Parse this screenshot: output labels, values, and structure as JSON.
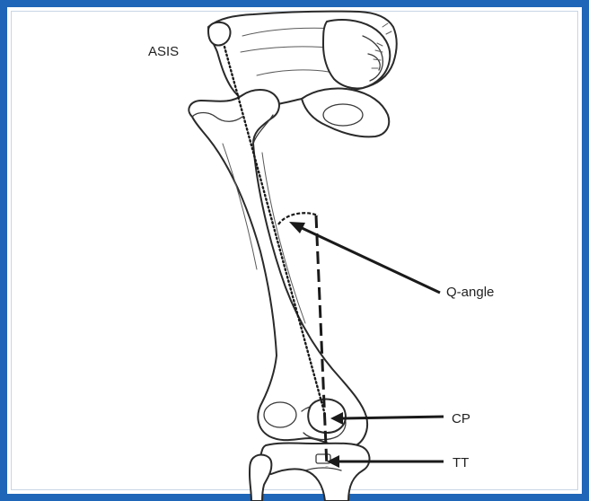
{
  "labels": {
    "asis": "ASIS",
    "q_angle": "Q-angle",
    "cp": "CP",
    "tt": "TT"
  },
  "colors": {
    "frame": "#1f66b8",
    "line": "#222222"
  }
}
